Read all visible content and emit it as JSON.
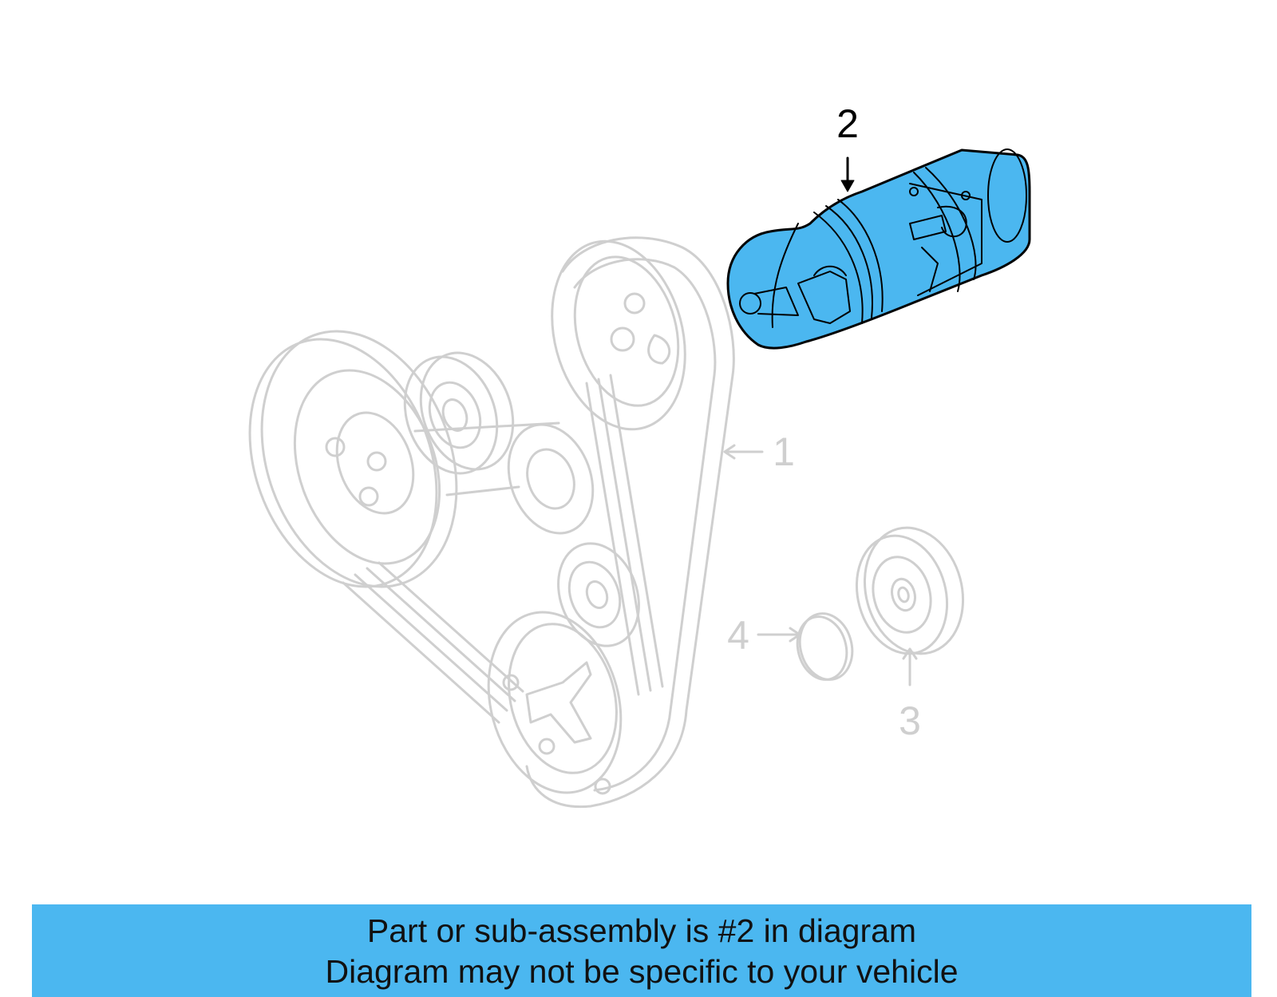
{
  "diagram": {
    "callouts": {
      "belt": "1",
      "highlighted_part": "2",
      "idler_pulley": "3",
      "cap": "4"
    },
    "colors": {
      "highlight": "#4bb7f0",
      "faded_line": "#cfcfcf",
      "outline": "#000000"
    }
  },
  "banner": {
    "line1": "Part or sub-assembly is #2 in diagram",
    "line2": "Diagram may not be specific to your vehicle"
  }
}
